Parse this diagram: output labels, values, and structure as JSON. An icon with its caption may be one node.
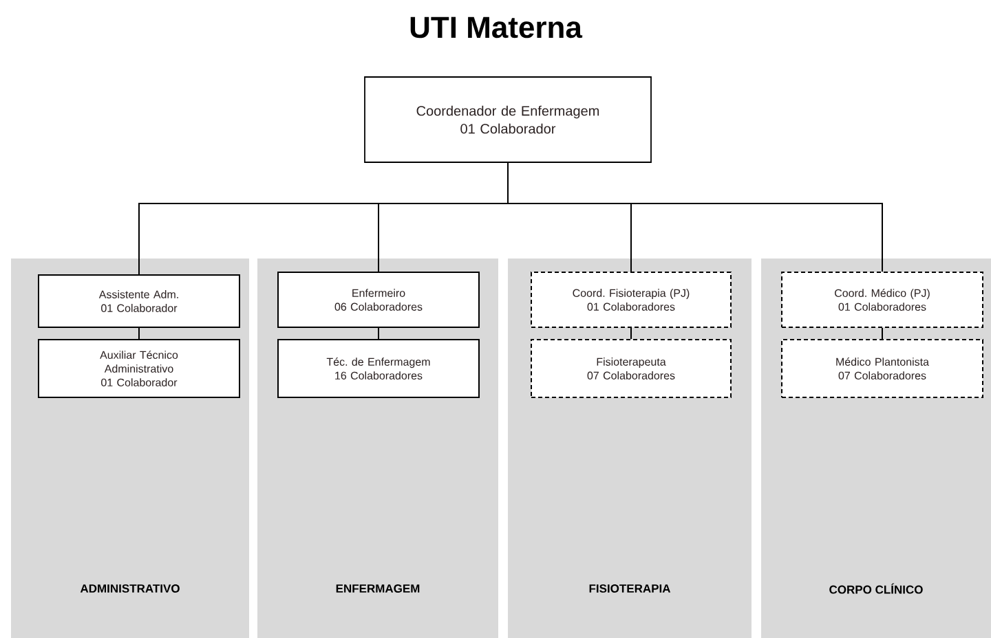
{
  "diagram": {
    "title": "UTI Materna",
    "nodes": [
      {
        "text": [
          "Coordenador de Enfermagem",
          "01 Colaborador"
        ]
      },
      {
        "text": [
          "ADMINISTRATIVO"
        ]
      },
      {
        "text": [
          "Assistente Adm.",
          "01 Colaborador"
        ],
        "in": 1
      },
      {
        "text": [
          "Auxiliar Técnico Administrativo",
          "01 Colaborador"
        ],
        "in": 1
      },
      {
        "text": [
          "ENFERMAGEM"
        ]
      },
      {
        "text": [
          "Enfermeiro",
          "06 Colaboradores"
        ],
        "in": 4
      },
      {
        "text": [
          "Téc. de Enfermagem",
          "16 Colaboradores"
        ],
        "in": 4
      },
      {
        "text": [
          "FISIOTERAPIA"
        ]
      },
      {
        "text": [
          "Coord. Fisioterapia (PJ)",
          "01 Colaboradores"
        ],
        "in": 7
      },
      {
        "text": [
          "Fisioterapeuta",
          "07 Colaboradores"
        ],
        "in": 7
      },
      {
        "text": [
          "CORPO CLÍNICO"
        ]
      },
      {
        "text": [
          "Coord. Médico (PJ)",
          "01 Colaboradores"
        ],
        "in": 10
      },
      {
        "text": [
          "Médico Plantonista",
          "07 Colaboradores"
        ],
        "in": 10
      }
    ],
    "edges": [
      {
        "from": 0,
        "to": 2,
        "arrow": "none"
      },
      {
        "from": 2,
        "to": 3,
        "arrow": "none"
      },
      {
        "from": 0,
        "to": 5,
        "arrow": "none"
      },
      {
        "from": 5,
        "to": 6,
        "arrow": "none"
      },
      {
        "from": 0,
        "to": 8,
        "arrow": "none"
      },
      {
        "from": 8,
        "to": 9,
        "arrow": "none"
      },
      {
        "from": 0,
        "to": 11,
        "arrow": "none"
      },
      {
        "from": 11,
        "to": 12,
        "arrow": "none"
      }
    ]
  }
}
